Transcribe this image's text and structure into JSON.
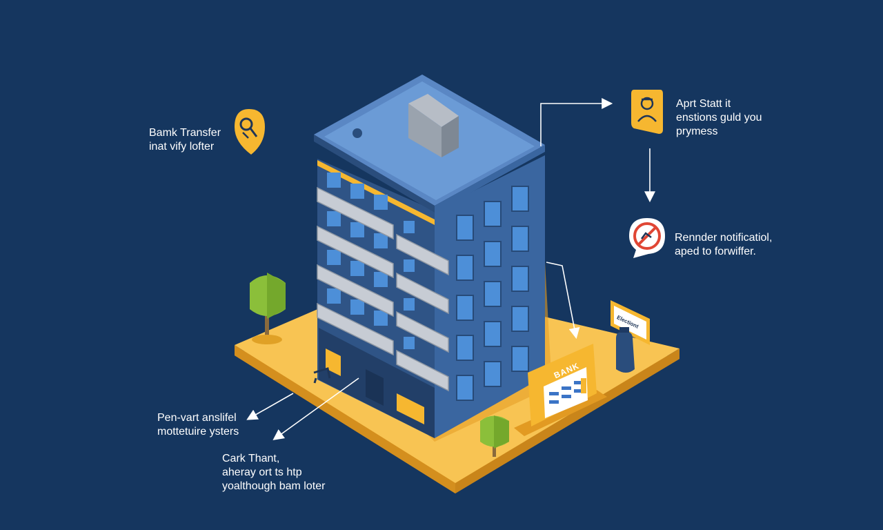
{
  "labels": {
    "bank_transfer": {
      "lines": [
        "Bamk Transfer",
        "inat vify lofter"
      ],
      "icon": "magnifier-key-icon"
    },
    "apprt_start": {
      "lines": [
        "Aprt Statt it",
        "enstions guld you",
        "prymess"
      ],
      "icon": "worker-user-icon"
    },
    "render_notification": {
      "lines": [
        "Rennder notificatiol,",
        "aped to forwiffer."
      ],
      "icon": "no-entry-icon"
    },
    "pen_vart": {
      "lines": [
        "Pen-vart anslifel",
        "mottetuire ysters"
      ]
    },
    "cark_thant": {
      "lines": [
        "Cark Thant,",
        "aheray ort ts htp",
        "yoalthough bam loter"
      ]
    }
  },
  "signs": {
    "bank_terminal": "BANK",
    "small_sign": "Electiont"
  },
  "colors": {
    "background": "#15365f",
    "accent": "#f6b730",
    "building": "#3c6598",
    "building_dark": "#2a4d7c",
    "window": "#4d8fd8",
    "tree": "#8bbf3a"
  }
}
